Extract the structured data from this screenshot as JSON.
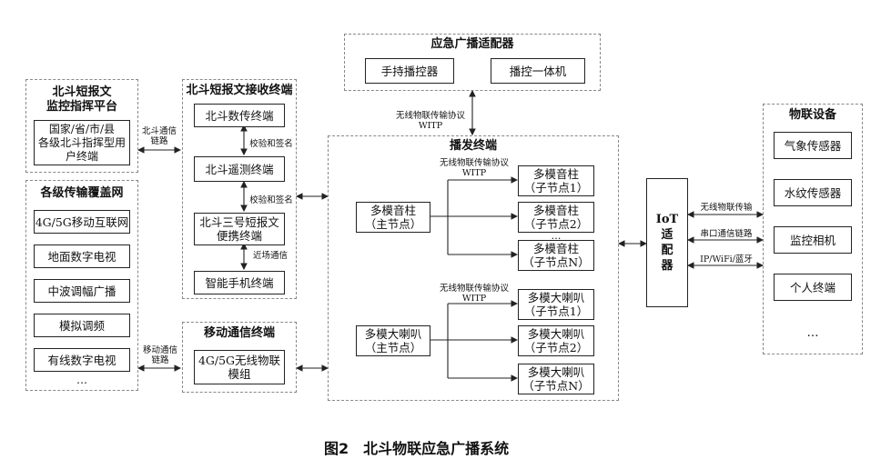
{
  "platform": {
    "title": "北斗短报文\n监控指挥平台",
    "terminal": "国家/省/市/县\n各级北斗指挥型用\n户终端"
  },
  "network": {
    "title": "各级传输覆盖网",
    "items": [
      "4G/5G移动互联网",
      "地面数字电视",
      "中波调幅广播",
      "模拟调频",
      "有线数字电视"
    ],
    "more": "…"
  },
  "beidou_receiver": {
    "title": "北斗短报文接收终端",
    "items": [
      "北斗数传终端",
      "北斗遥测终端",
      "北斗三号短报文\n便携终端",
      "智能手机终端"
    ]
  },
  "mobile_terminal": {
    "title": "移动通信终端",
    "item": "4G/5G无线物联\n模组"
  },
  "adapter": {
    "title": "应急广播适配器",
    "items": [
      "手持播控器",
      "播控一体机"
    ]
  },
  "play_terminal": {
    "title": "播发终端",
    "speaker_master": "多模音柱\n（主节点）",
    "speaker_children": [
      "多模音柱\n（子节点1）",
      "多模音柱\n（子节点2）",
      "多模音柱\n（子节点N）"
    ],
    "horn_master": "多模大喇叭\n（主节点）",
    "horn_children": [
      "多模大喇叭\n（子节点1）",
      "多模大喇叭\n（子节点2）",
      "多模大喇叭\n（子节点N）"
    ]
  },
  "iot_adapter": "IoT\n适\n配\n器",
  "iot_devices": {
    "title": "物联设备",
    "items": [
      "气象传感器",
      "水纹传感器",
      "监控相机",
      "个人终端"
    ],
    "more": "…"
  },
  "labels": {
    "beidou_link": "北斗通信\n链路",
    "mobile_link": "移动通信\n链路",
    "verify_sign_1": "校验和签名",
    "verify_sign_2": "校验和签名",
    "near_field": "近场通信",
    "wireless_witp_top": "无线物联传输协议\nWITP",
    "wireless_witp_speaker": "无线物联传输协议\nWITP",
    "wireless_witp_horn": "无线物联传输协议\nWITP",
    "wireless_link": "无线物联传输",
    "serial_link": "串口通信链路",
    "ip_link": "IP/WiFi/蓝牙",
    "dots": "…"
  },
  "caption": "图2　北斗物联应急广播系统"
}
